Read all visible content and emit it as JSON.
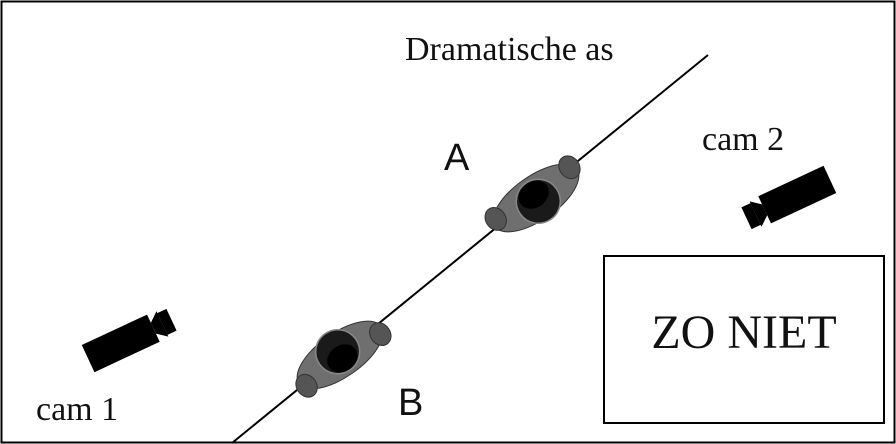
{
  "diagram": {
    "axis_label": "Dramatische as",
    "actor_a_label": "A",
    "actor_b_label": "B",
    "camera_1_label": "cam 1",
    "camera_2_label": "cam 2",
    "warning_box_text": "ZO NIET"
  },
  "colors": {
    "ink": "#000000",
    "actor_body": "#2b2b2b",
    "actor_shoulder": "#6f6f6f",
    "background": "#ffffff"
  },
  "icons": {
    "actor": "person-top-view-icon",
    "camera": "video-camera-icon"
  }
}
